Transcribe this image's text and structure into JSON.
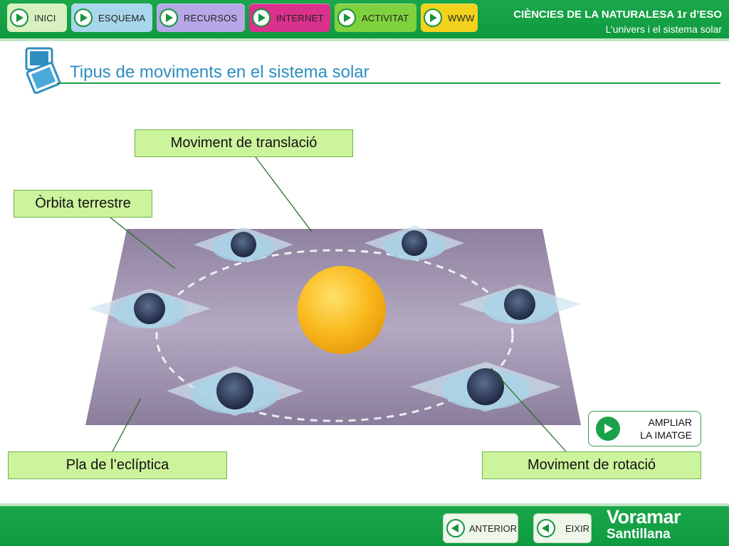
{
  "nav": {
    "items": [
      {
        "label": "INICI",
        "color": "#d8efbf"
      },
      {
        "label": "ESQUEMA",
        "color": "#a8d6ea"
      },
      {
        "label": "RECURSOS",
        "color": "#b6a8e6"
      },
      {
        "label": "INTERNET",
        "color": "#d9318c"
      },
      {
        "label": "ACTIVITAT",
        "color": "#7fd13e"
      },
      {
        "label": "WWW",
        "color": "#f2d21d"
      }
    ]
  },
  "header": {
    "course": "CIÈNCIES DE LA NATURALESA 1r d’ESO",
    "unit": "L’univers i el sistema solar"
  },
  "page_title": "Tipus de moviments en el sistema solar",
  "labels": {
    "translacio": "Moviment de translació",
    "orbita": "Òrbita terrestre",
    "ecliptica": "Pla de l’eclíptica",
    "rotacio": "Moviment de rotació"
  },
  "ampliar": {
    "line1": "AMPLIAR",
    "line2": "LA IMATGE"
  },
  "footer": {
    "anterior": "ANTERIOR",
    "eixir": "EIXIR",
    "brand1": "Voramar",
    "brand2": "Santillana"
  },
  "colors": {
    "green": "#19a24a",
    "label_fill": "#ccf49c",
    "title_blue": "#2e8ec0",
    "sun": "#f7b518",
    "plane": "#9b8fae"
  }
}
